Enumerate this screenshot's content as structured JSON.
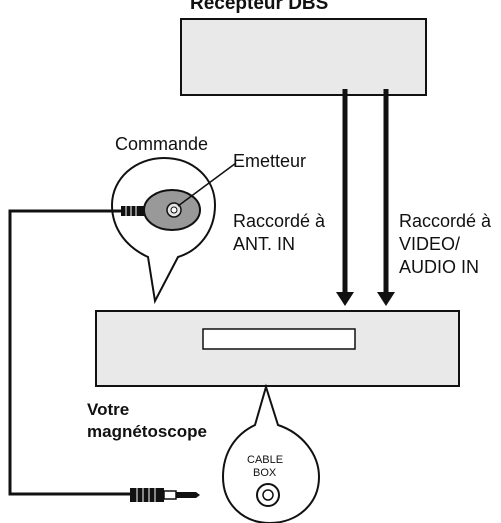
{
  "receiver_title": "Récepteur DBS",
  "remote_label": "Commande",
  "emitter_label": "Emetteur",
  "connection_ant": {
    "line1": "Raccordé à",
    "line2": "ANT. IN"
  },
  "connection_av": {
    "line1": "Raccordé à",
    "line2": "VIDEO/",
    "line3": "AUDIO IN"
  },
  "vcr_label": {
    "line1": "Votre",
    "line2": "magnétoscope"
  },
  "cable_box_jack": {
    "line1": "CABLE",
    "line2": "BOX"
  }
}
